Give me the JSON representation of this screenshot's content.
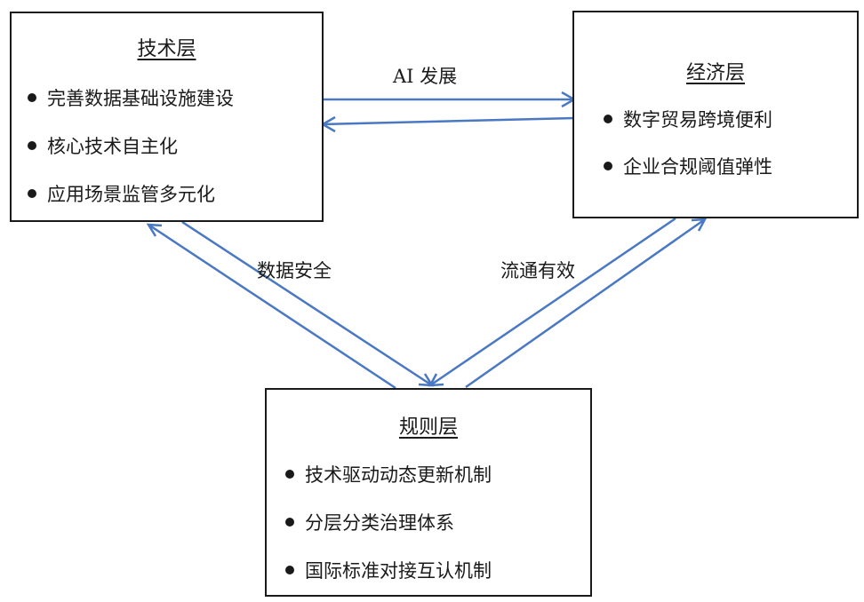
{
  "tech": {
    "title": "技术层",
    "items": [
      "完善数据基础设施建设",
      "核心技术自主化",
      "应用场景监管多元化"
    ]
  },
  "econ": {
    "title": "经济层",
    "items": [
      "数字贸易跨境便利",
      "企业合规阈值弹性"
    ]
  },
  "rules": {
    "title": "规则层",
    "items": [
      "技术驱动动态更新机制",
      "分层分类治理体系",
      "国际标准对接互认机制"
    ]
  },
  "edges": {
    "tech_econ": "AI 发展",
    "tech_rules": "数据安全",
    "econ_rules": "流通有效"
  },
  "colors": {
    "arrow": "#4a78c2",
    "border": "#1a1a1a"
  }
}
